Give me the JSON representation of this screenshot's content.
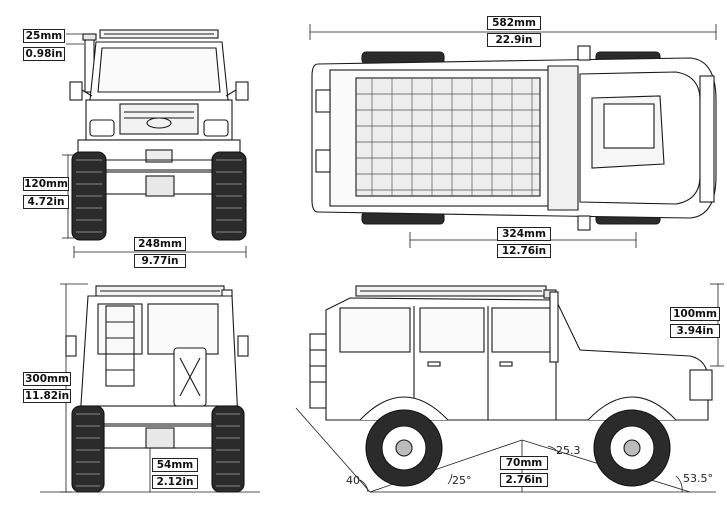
{
  "dimensions": {
    "snorkel_height_mm": "25mm",
    "snorkel_height_in": "0.98in",
    "front_ground_mm": "120mm",
    "front_ground_in": "4.72in",
    "front_width_mm": "248mm",
    "front_width_in": "9.77in",
    "total_length_mm": "582mm",
    "total_length_in": "22.9in",
    "wheelbase_mm": "324mm",
    "wheelbase_in": "12.76in",
    "total_height_mm": "300mm",
    "total_height_in": "11.82in",
    "rear_clearance_mm": "54mm",
    "rear_clearance_in": "2.12in",
    "side_front_mm": "100mm",
    "side_front_in": "3.94in",
    "belly_clearance_mm": "70mm",
    "belly_clearance_in": "2.76in"
  },
  "angles": {
    "approach_left": "40",
    "breakover_left": "25°",
    "breakover_right": "25.3",
    "departure_right": "53.5°"
  },
  "colors": {
    "line": "#1a1a1a",
    "fill_light": "#f4f4f4",
    "tire": "#2b2b2b",
    "label_border": "#222222"
  }
}
